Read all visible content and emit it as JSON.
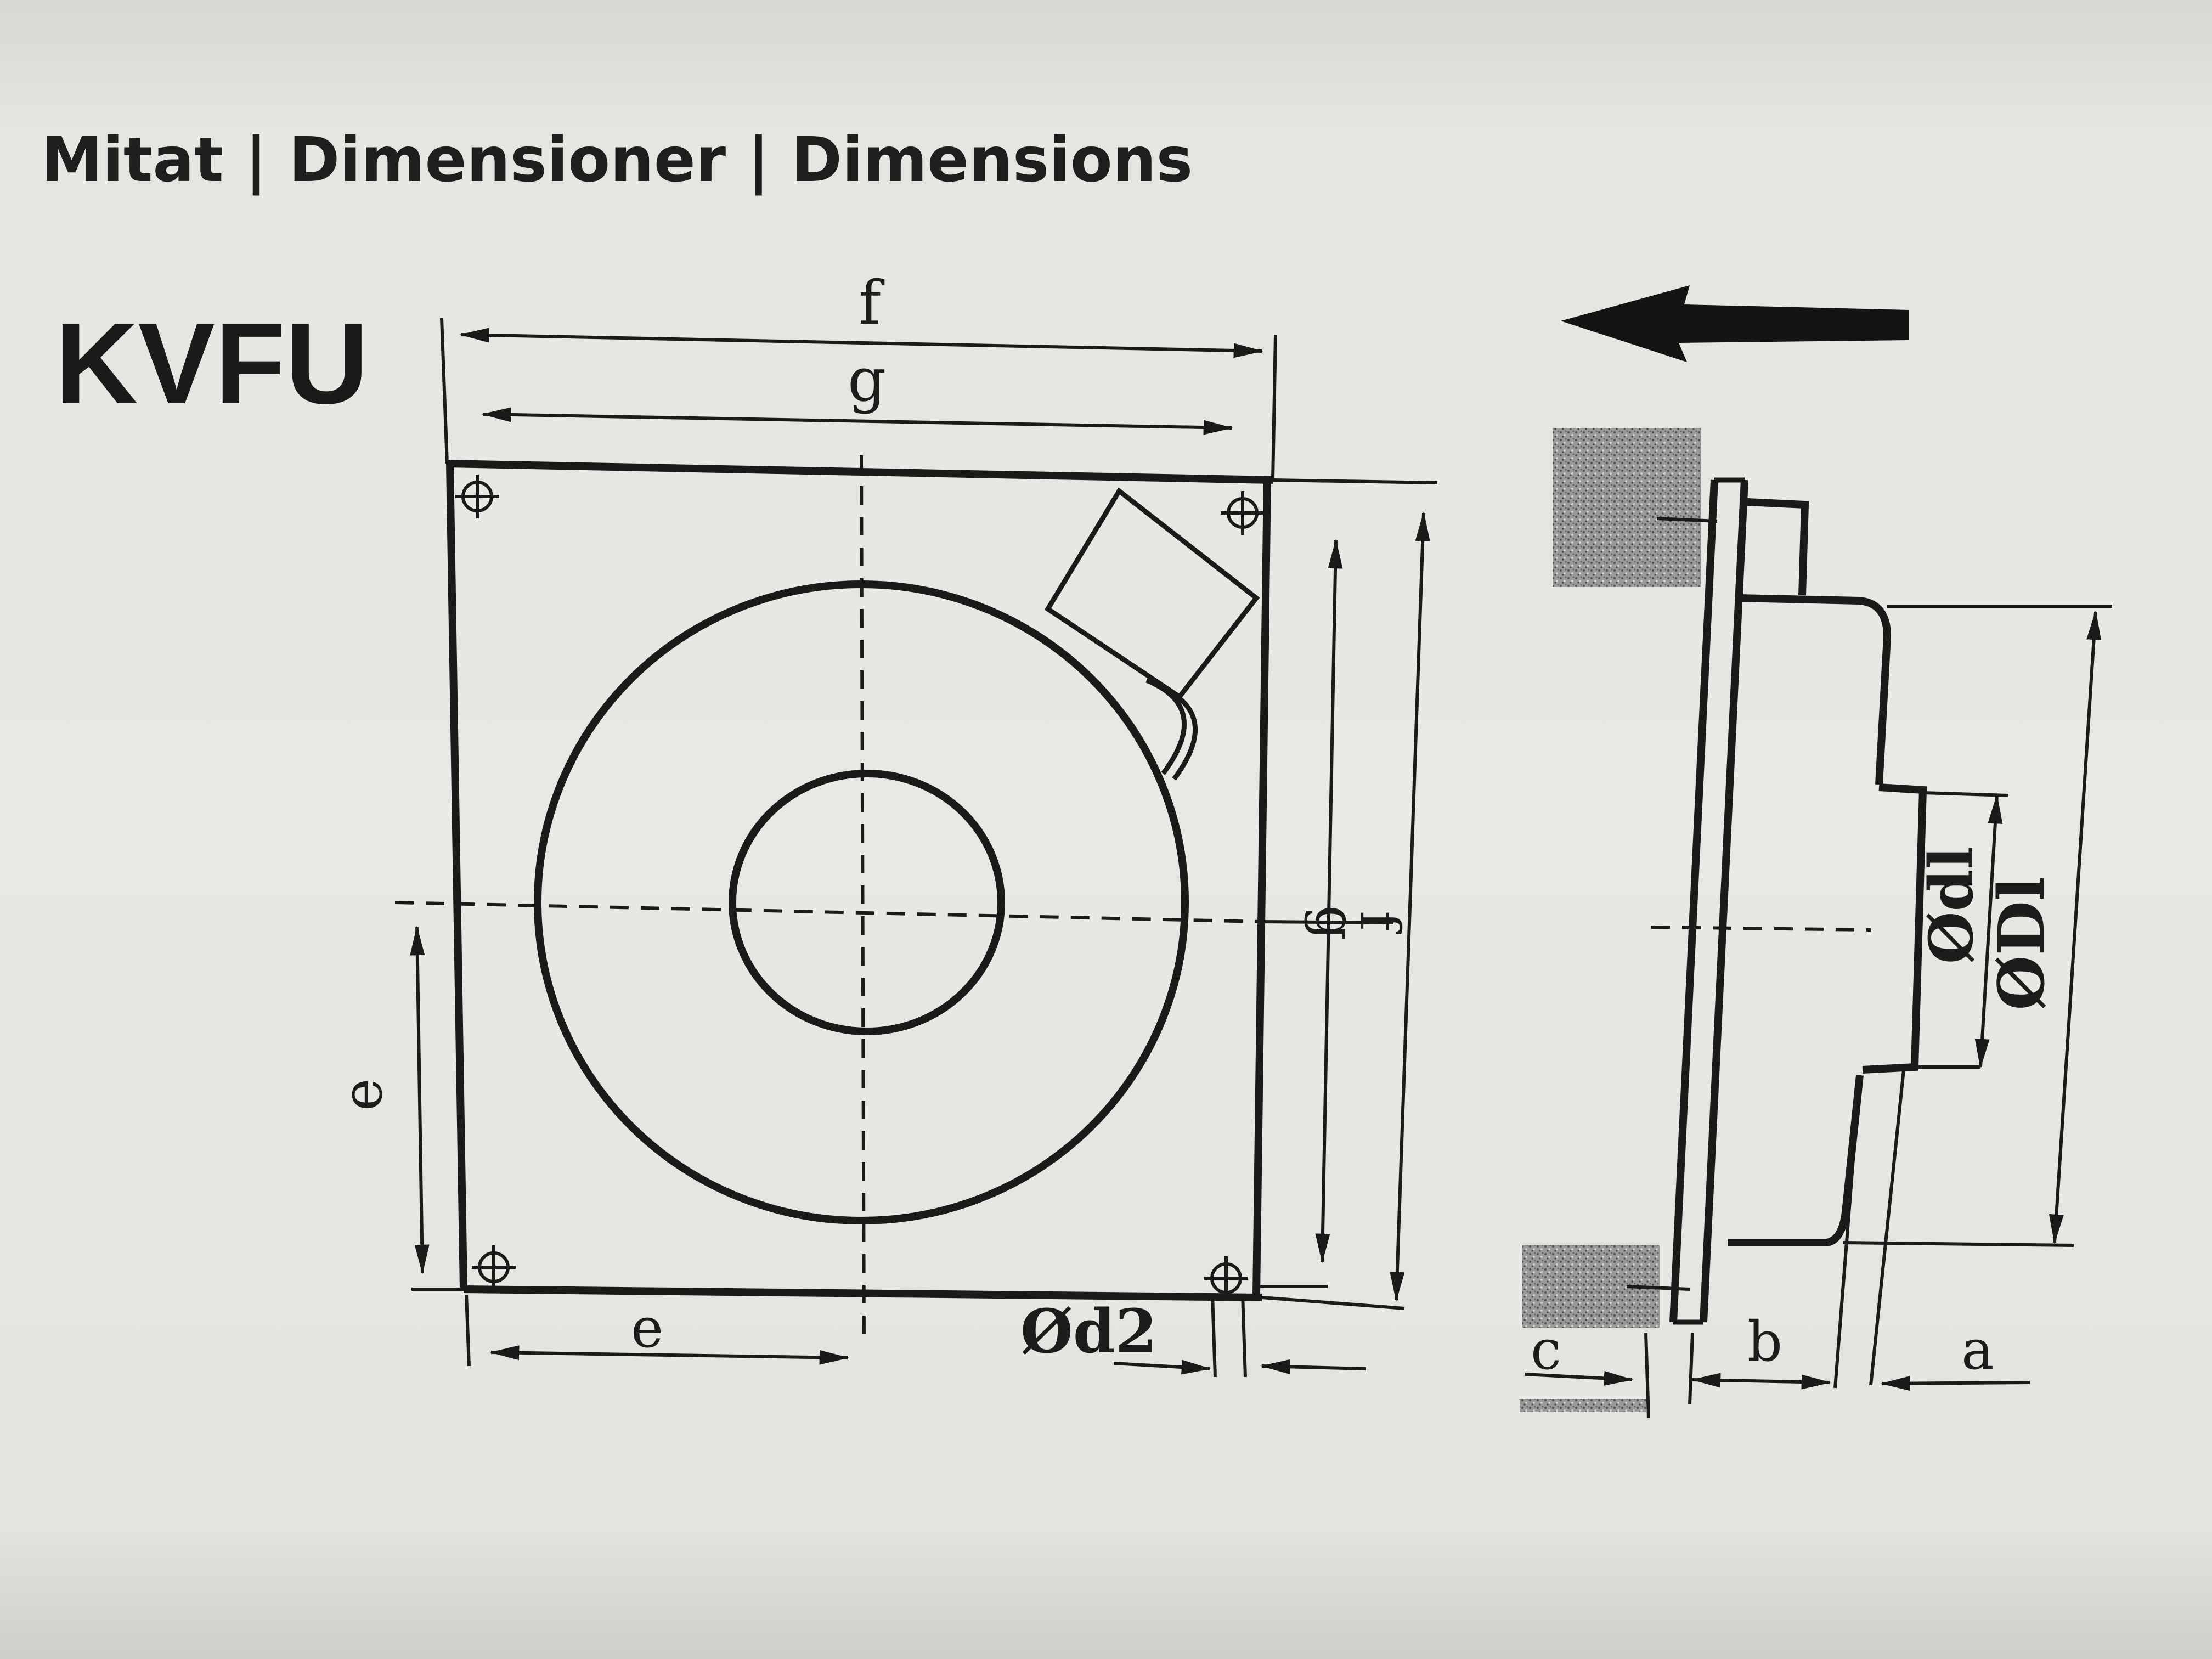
{
  "header": {
    "title": "Mitat | Dimensioner | Dimensions"
  },
  "model": {
    "name": "KVFU"
  },
  "labels": {
    "f_top": "f",
    "g_top": "g",
    "g_side": "g",
    "f_side": "f",
    "e_left": "e",
    "e_bottom": "e",
    "d2": "Ød2",
    "dl_small": "Ødl",
    "dl_large": "ØDl",
    "a": "a",
    "b": "b",
    "c": "c"
  },
  "colors": {
    "ink": "#1a1a1a",
    "background": "#e9e9e3",
    "wall_hatch": "#8a8a8a"
  }
}
